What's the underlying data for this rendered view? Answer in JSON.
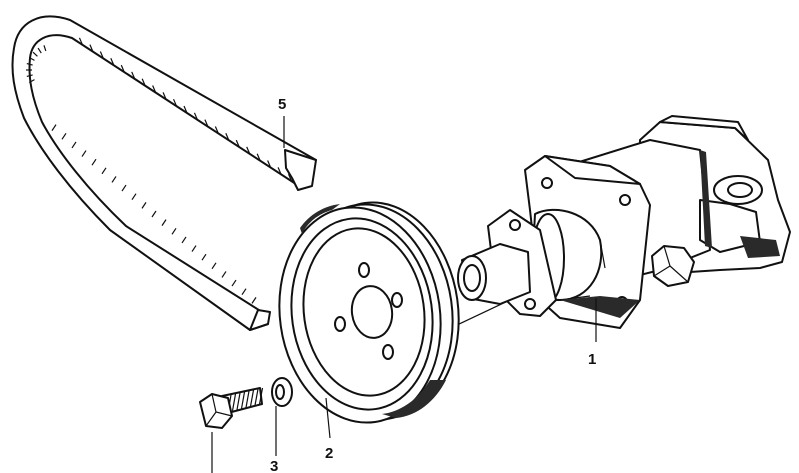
{
  "diagram": {
    "callouts": {
      "pump": "1",
      "pulley": "2",
      "washer": "3",
      "belt": "5"
    },
    "colors": {
      "ink": "#111111",
      "paper": "#ffffff",
      "shade": "#2a2a2a"
    }
  }
}
